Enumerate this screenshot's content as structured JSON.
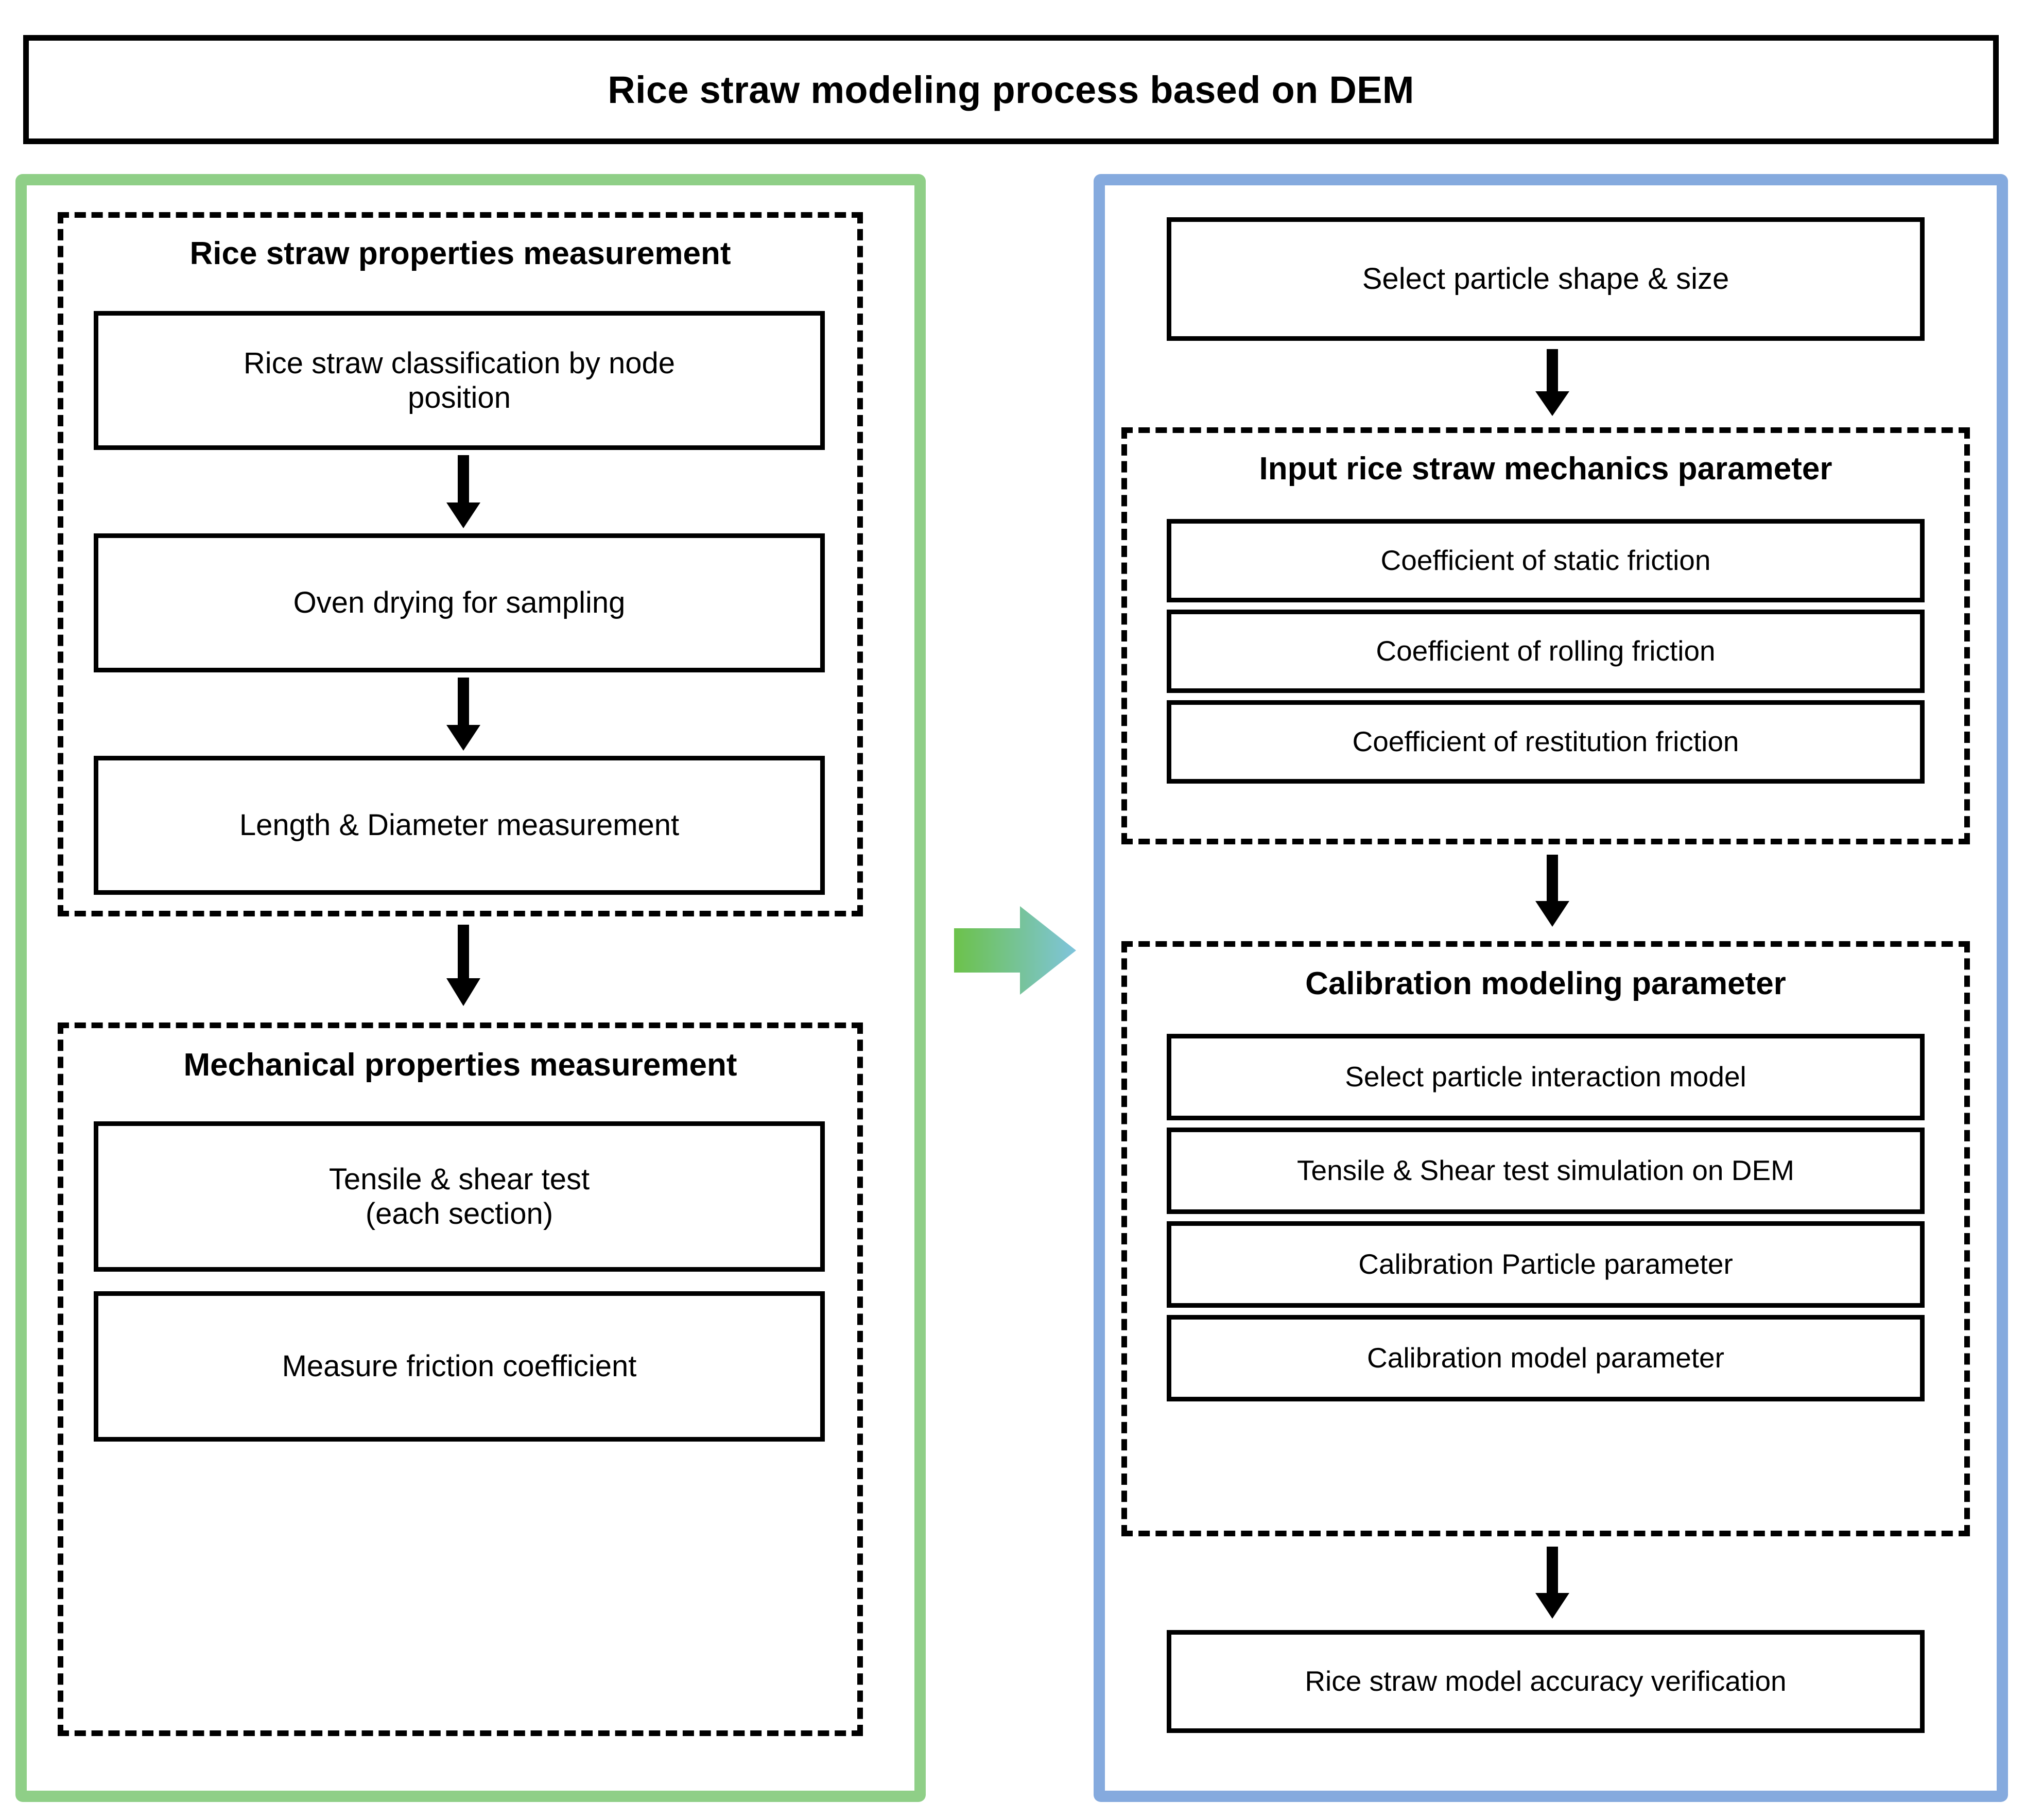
{
  "title": {
    "text": "Rice straw modeling process based on DEM"
  },
  "colors": {
    "left_panel_border": "#8FCF87",
    "right_panel_border": "#85AADE",
    "node_border": "#000000",
    "group_border": "#000000",
    "transition_arrow_start": "#6CC24A",
    "transition_arrow_end": "#7FC4DC"
  },
  "left_panel": {
    "groups": [
      {
        "heading": "Rice straw properties measurement",
        "nodes": [
          "Rice straw classification by node\nposition",
          "Oven drying for sampling",
          "Length & Diameter measurement"
        ]
      },
      {
        "heading": "Mechanical properties measurement",
        "nodes": [
          "Tensile & shear test\n(each section)",
          "Measure friction coefficient"
        ]
      }
    ]
  },
  "right_panel": {
    "top_node": "Select particle shape & size",
    "groups": [
      {
        "heading": "Input rice straw mechanics parameter",
        "nodes": [
          "Coefficient of static friction",
          "Coefficient of rolling friction",
          "Coefficient of restitution friction"
        ]
      },
      {
        "heading": "Calibration modeling parameter",
        "nodes": [
          "Select particle interaction model",
          "Tensile & Shear test simulation on DEM",
          "Calibration Particle parameter",
          "Calibration model parameter"
        ]
      }
    ],
    "bottom_node": "Rice straw model accuracy verification"
  },
  "connectors": {
    "down_arrow": "arrow-down-icon",
    "transition_arrow": "arrow-right-gradient-icon"
  }
}
